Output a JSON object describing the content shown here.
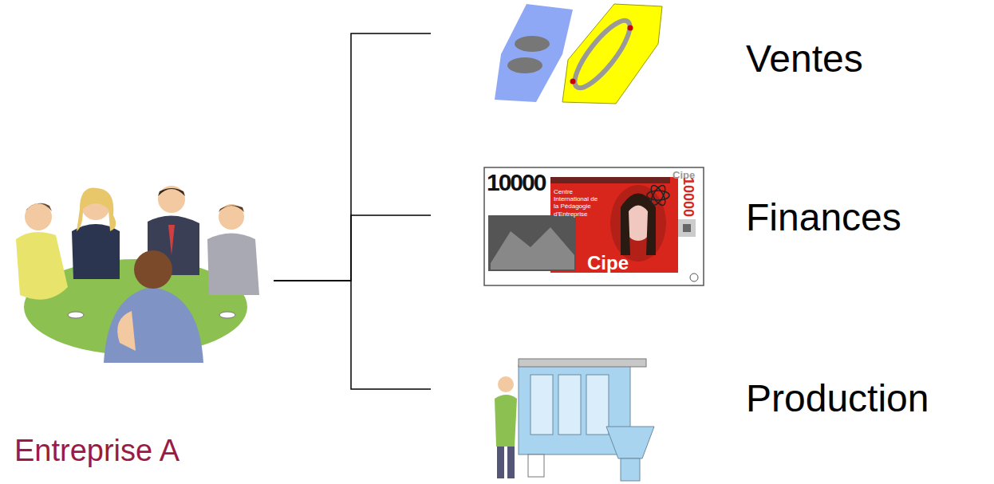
{
  "diagram": {
    "nodes": [
      {
        "text": [
          "Entreprise A"
        ]
      },
      {
        "text": [
          "Ventes"
        ]
      },
      {
        "text": [
          "Finances"
        ]
      },
      {
        "text": [
          "Production"
        ]
      }
    ],
    "edges": [
      {
        "from": 0,
        "to": 1,
        "arrow": "none"
      },
      {
        "from": 0,
        "to": 2,
        "arrow": "none"
      },
      {
        "from": 0,
        "to": 3,
        "arrow": "none"
      }
    ],
    "labels": [
      "10000",
      "Centre International de la Pédagogie d'Entreprise",
      "Cipe",
      "Cipe",
      "10000"
    ]
  }
}
